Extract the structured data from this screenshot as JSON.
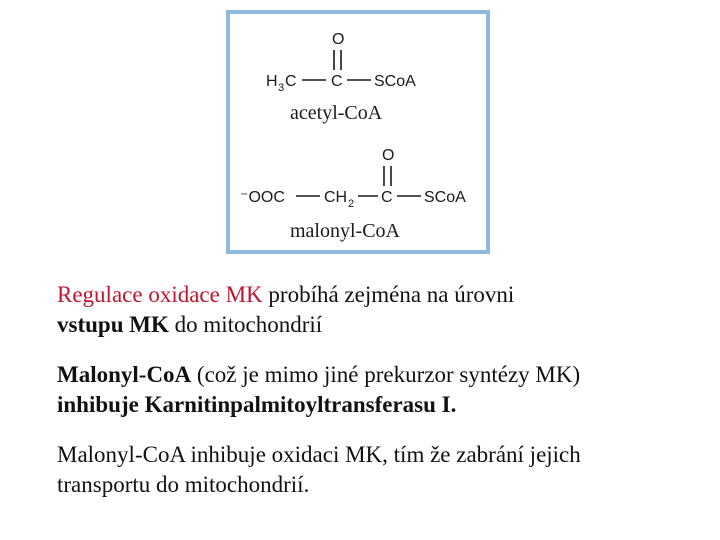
{
  "colors": {
    "highlight": "#c0152f",
    "border": "#8fb8e0"
  },
  "figure": {
    "acetyl": {
      "o": "O",
      "h3c_h": "H",
      "h3c_3": "3",
      "h3c_c": "C",
      "c": "C",
      "scoa": "SCoA",
      "name": "acetyl-CoA"
    },
    "malonyl": {
      "o": "O",
      "ooc": "⁻OOC",
      "ch2_ch": "CH",
      "ch2_2": "2",
      "c": "C",
      "scoa": "SCoA",
      "name": "malonyl-CoA"
    }
  },
  "paragraphs": {
    "p1": {
      "a": "Regulace oxidace MK",
      "b": " probíhá zejména na úrovni",
      "c": "vstupu MK",
      "d": " do mitochondrií"
    },
    "p2": {
      "a": "Malonyl-CoA",
      "b": " (což je mimo jiné prekurzor syntézy MK)",
      "c": "inhibuje Karnitinpalmitoyltransferasu I."
    },
    "p3": {
      "a": "Malonyl-CoA inhibuje oxidaci MK, tím že zabrání jejich",
      "b": "transportu do mitochondrií."
    }
  }
}
